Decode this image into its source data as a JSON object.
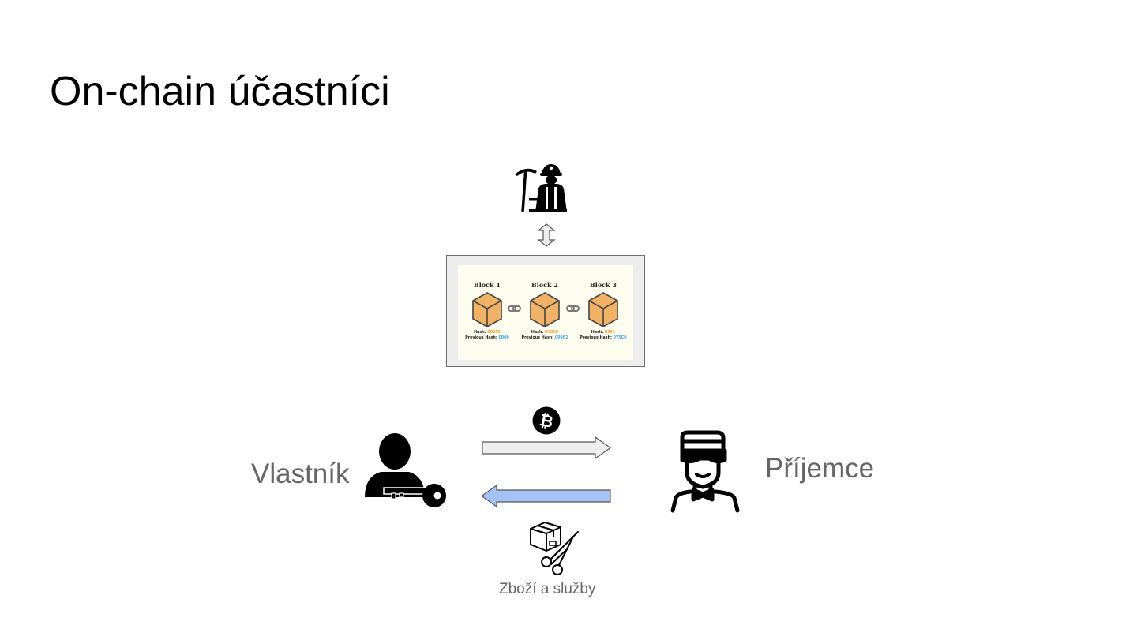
{
  "slide": {
    "title": "On-chain účastníci"
  },
  "participants": {
    "owner_label": "Vlastník",
    "recipient_label": "Příjemce",
    "goods_label": "Zboží a služby"
  },
  "blockchain": {
    "blocks": [
      {
        "title": "Block 1",
        "hash_label": "Hash:",
        "hash": "009F2",
        "prev_label": "Previous Hash:",
        "prev_hash": "0000"
      },
      {
        "title": "Block 2",
        "hash_label": "Hash:",
        "hash": "0Y5C0",
        "prev_label": "Previous Hash:",
        "prev_hash": "009F2"
      },
      {
        "title": "Block 3",
        "hash_label": "Hash:",
        "hash": "8961",
        "prev_label": "Previous Hash:",
        "prev_hash": "0Y5C0"
      }
    ]
  },
  "icons": {
    "miner": "miner-icon",
    "updown_arrow": "up-down-arrow-icon",
    "bitcoin": "bitcoin-icon",
    "owner": "user-with-key-icon",
    "recipient": "person-with-glasses-icon",
    "right_arrow": "right-arrow-icon",
    "left_arrow": "left-arrow-icon",
    "goods": "box-and-scissors-icon"
  },
  "colors": {
    "right_arrow_fill": "#eeeeee",
    "left_arrow_fill": "#a4c2f4",
    "cube_fill": "#f2b265",
    "hash_orange": "#f39a2b",
    "hash_blue": "#3aa7e8",
    "label_grey": "#666666"
  }
}
